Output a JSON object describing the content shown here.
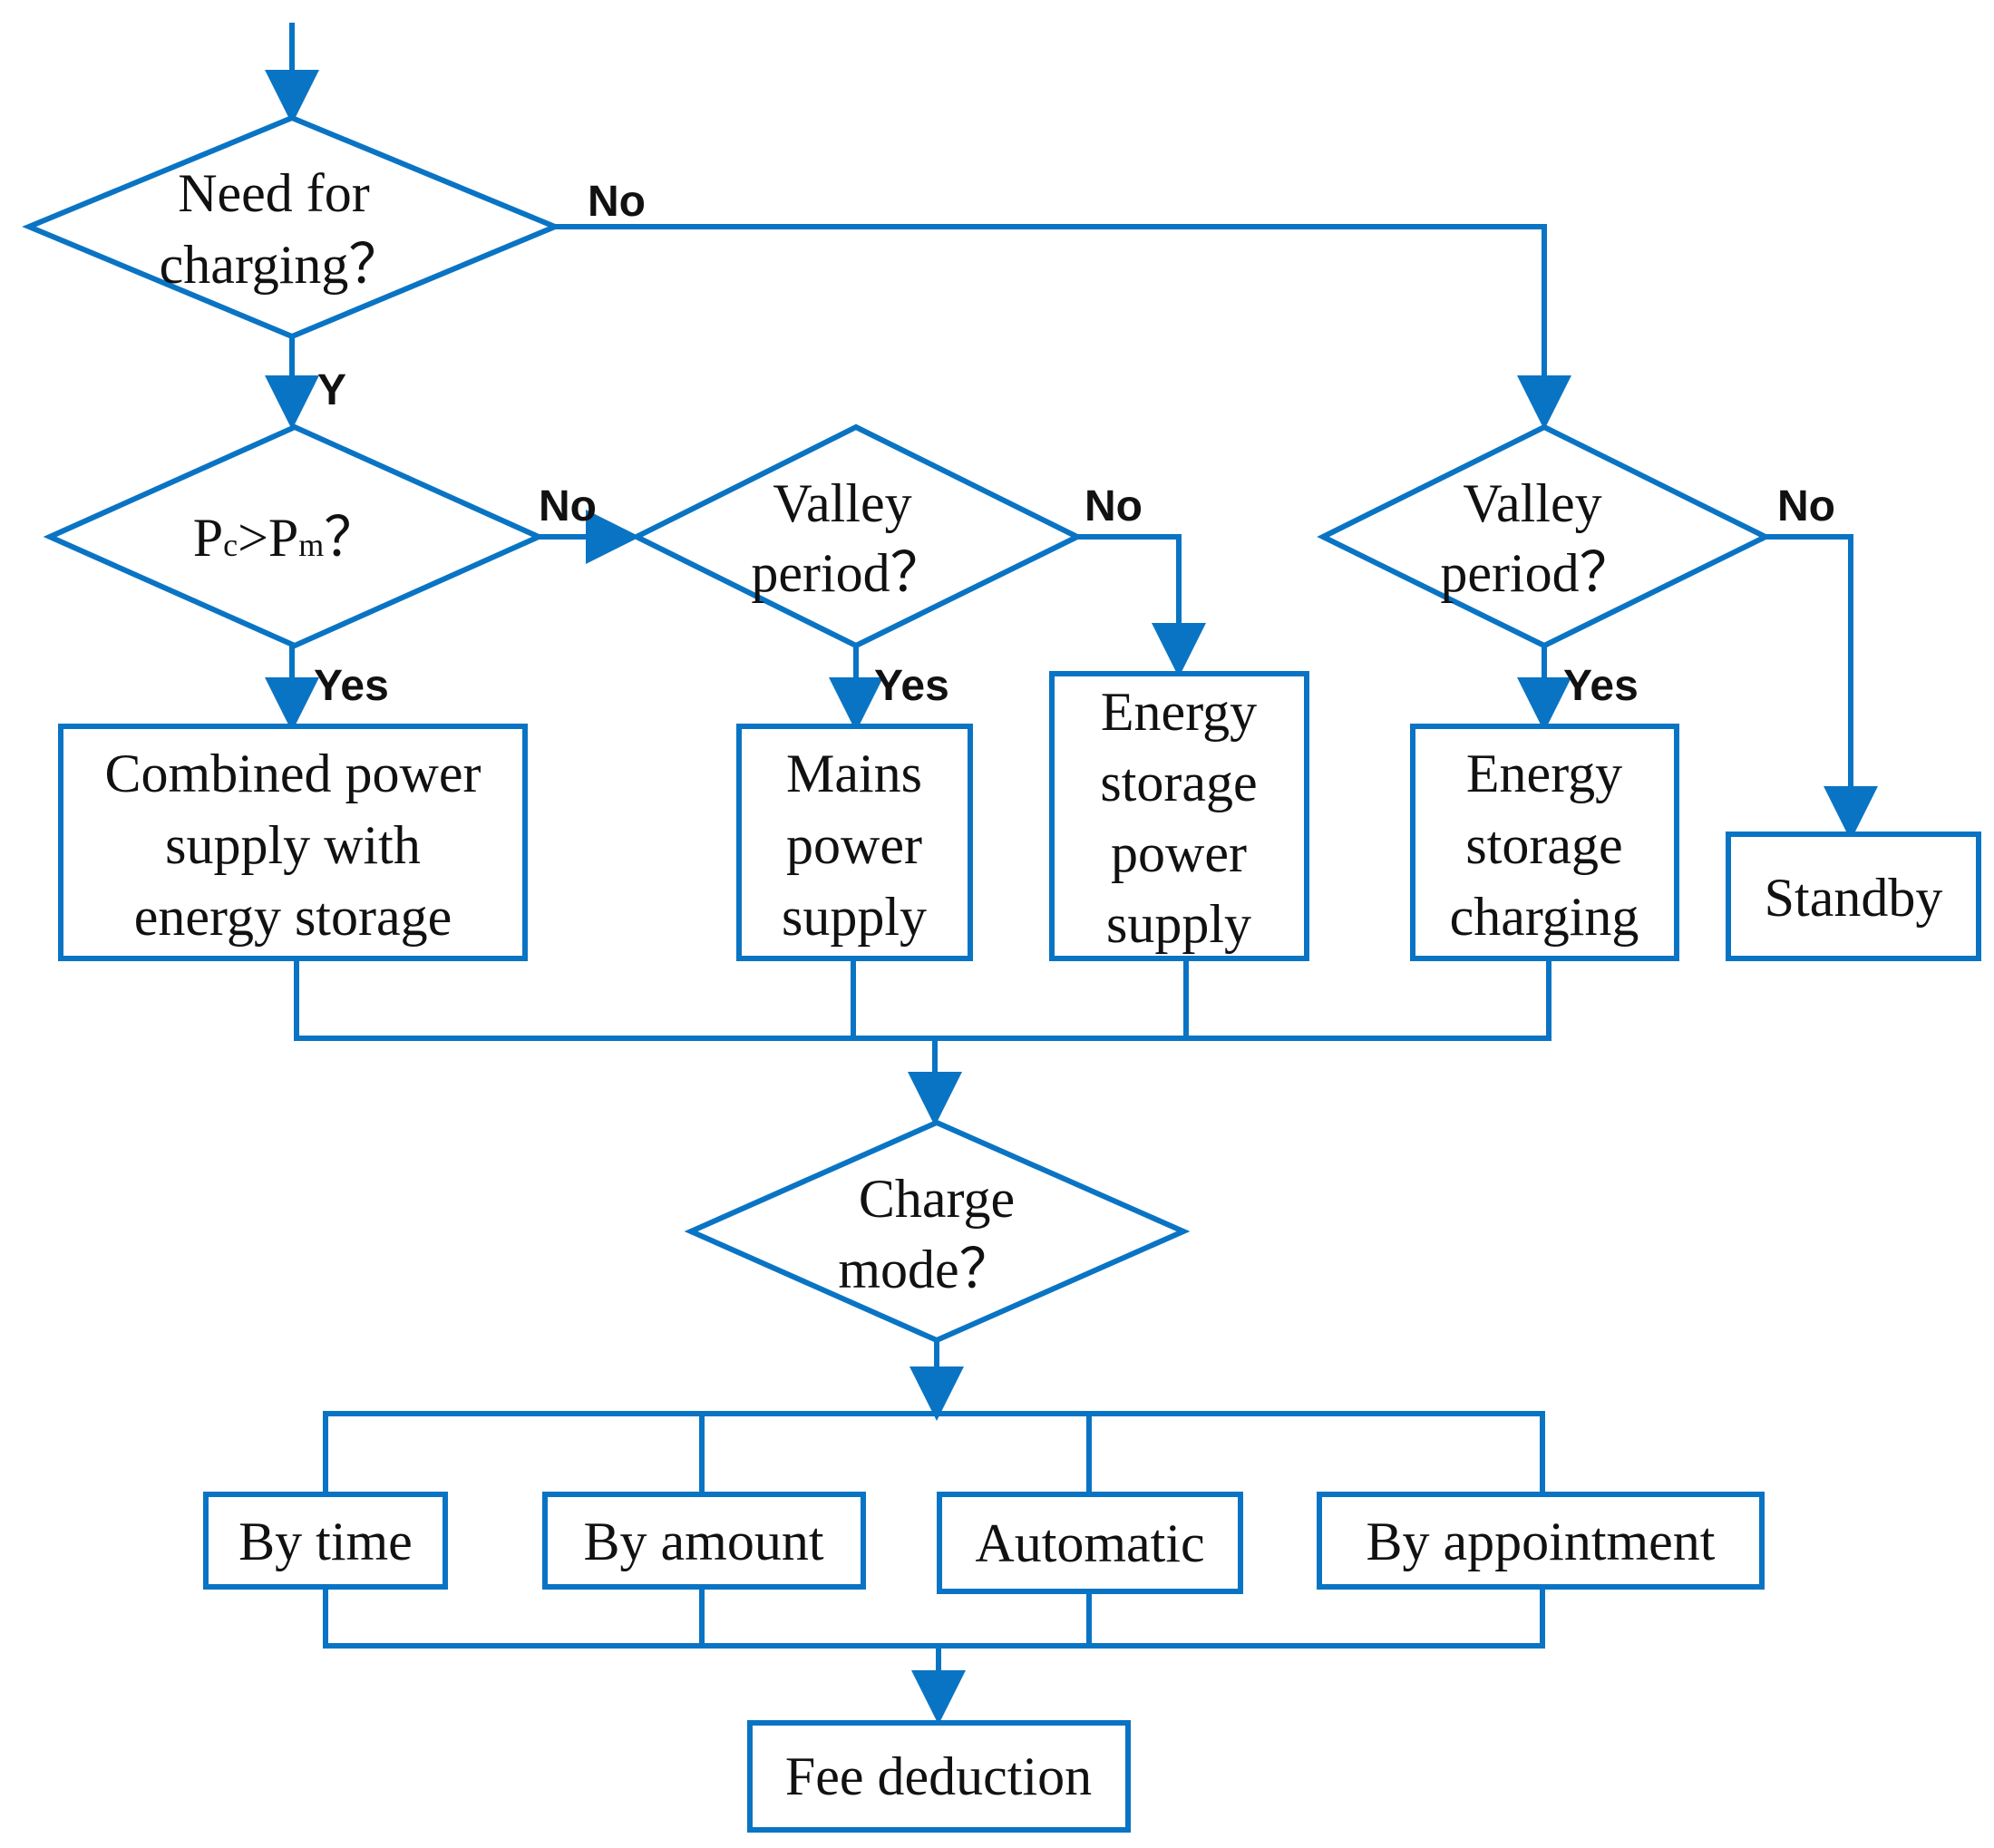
{
  "colors": {
    "stroke": "#0a74c4",
    "text": "#111111"
  },
  "nodes": {
    "need_charging": [
      "Need for",
      "charging？"
    ],
    "pc_gt_pm": {
      "p1": "P",
      "s1": "c",
      "op": ">",
      "p2": "P",
      "s2": "m",
      "q": "？"
    },
    "valley1": [
      "Valley",
      "period？"
    ],
    "valley2": [
      "Valley",
      "period？"
    ],
    "combined": [
      "Combined power",
      "supply with",
      "energy storage"
    ],
    "mains": [
      "Mains",
      "power",
      "supply"
    ],
    "es_supply": [
      "Energy",
      "storage",
      "power",
      "supply"
    ],
    "es_charging": [
      "Energy",
      "storage",
      "charging"
    ],
    "standby": [
      "Standby"
    ],
    "charge_mode": [
      "Charge",
      "mode？"
    ],
    "by_time": [
      "By time"
    ],
    "by_amount": [
      "By amount"
    ],
    "automatic": [
      "Automatic"
    ],
    "by_appointment": [
      "By appointment"
    ],
    "fee": [
      "Fee deduction"
    ]
  },
  "edges": {
    "need_no": "No",
    "need_yes": "Y",
    "pc_no": "No",
    "pc_yes": "Yes",
    "valley1_no": "No",
    "valley1_yes": "Yes",
    "valley2_no": "No",
    "valley2_yes": "Yes"
  }
}
